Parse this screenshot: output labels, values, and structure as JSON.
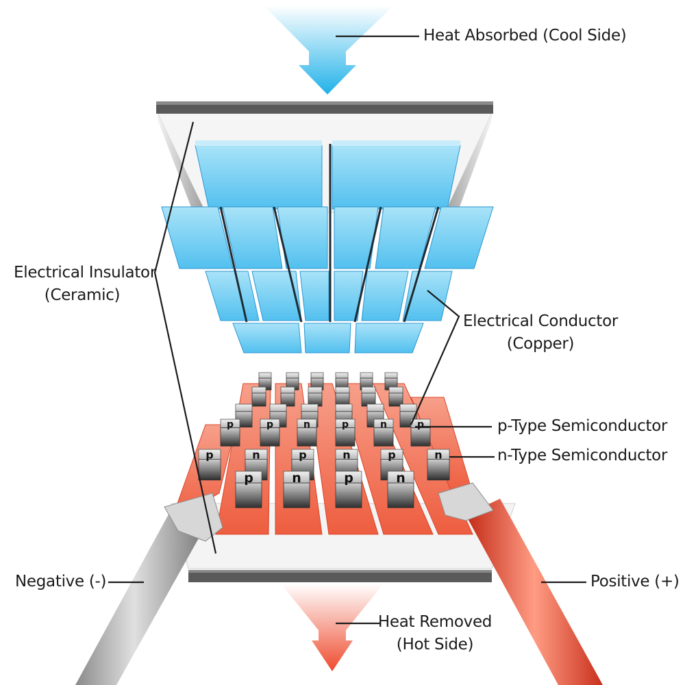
{
  "labels": {
    "heat_absorbed": "Heat Absorbed (Cool Side)",
    "insulator_line1": "Electrical Insulator",
    "insulator_line2": "(Ceramic)",
    "conductor_line1": "Electrical Conductor",
    "conductor_line2": "(Copper)",
    "p_type": "p-Type Semiconductor",
    "n_type": "n-Type Semiconductor",
    "negative": "Negative (-)",
    "positive": "Positive (+)",
    "heat_removed_line1": "Heat Removed",
    "heat_removed_line2": "(Hot Side)"
  },
  "pellet_letters": {
    "p": "p",
    "n": "n"
  },
  "colors": {
    "cool_arrow": "#29b6ea",
    "hot_arrow": "#f0543a",
    "copper": "#f26c4f",
    "conductor_blue": "#7fd3f4",
    "ceramic_edge": "#5a5a5a",
    "pellet_gray": "#9a9a9a",
    "wire_negative": "#a9a9a9",
    "wire_positive": "#e8412c"
  }
}
